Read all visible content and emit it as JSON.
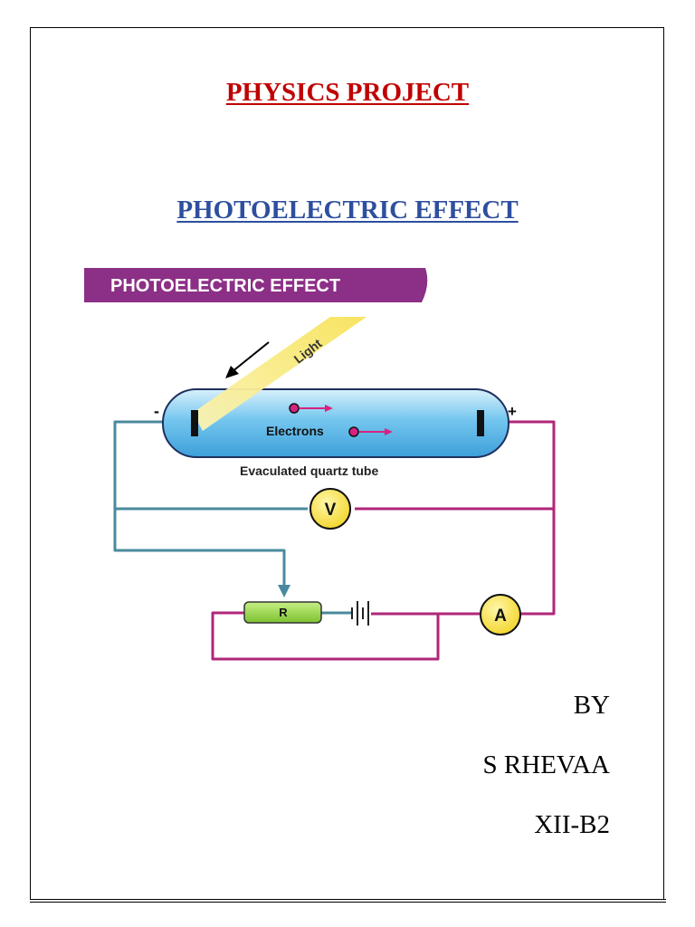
{
  "document": {
    "heading": "PHYSICS PROJECT",
    "subheading": "PHOTOELECTRIC EFFECT",
    "byline": "BY",
    "author": "S RHEVAA",
    "class_section": "XII-B2"
  },
  "diagram": {
    "banner": "PHOTOELECTRIC EFFECT",
    "light_label": "Light",
    "electrons_label": "Electrons",
    "tube_label": "Evaculated quartz tube",
    "minus_sign": "-",
    "plus_sign": "+",
    "voltmeter_label": "V",
    "ammeter_label": "A",
    "resistor_label": "R",
    "colors": {
      "banner": "#8c2f86",
      "tube": "#6ec3ee",
      "light_beam": "#f2dd40",
      "wire_left": "#4a8a9e",
      "wire_right": "#b0267a",
      "meter": "#f7e03a",
      "resistor": "#8fd43a",
      "electron": "#d6237f"
    }
  }
}
